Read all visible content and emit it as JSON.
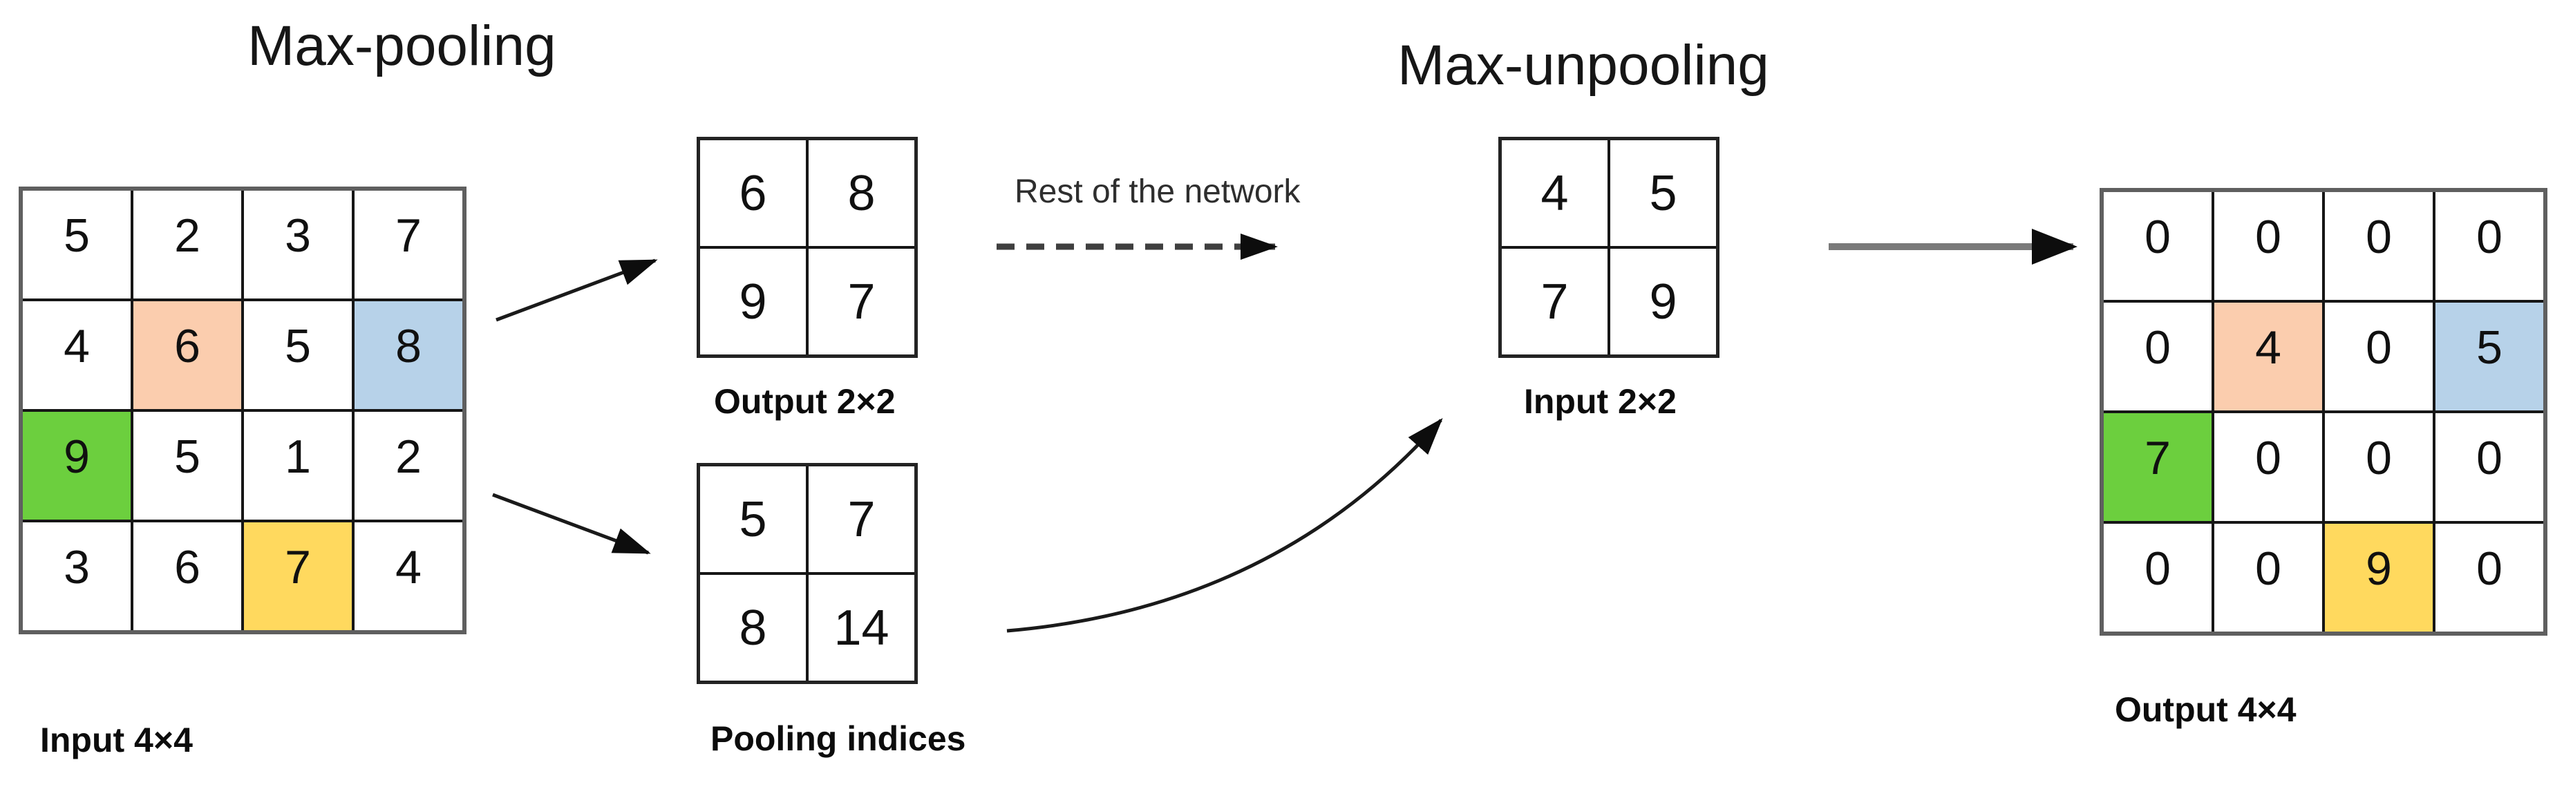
{
  "titles": {
    "pooling": "Max-pooling",
    "unpooling": "Max-unpooling"
  },
  "annotations": {
    "rest_of_network": "Rest of the network"
  },
  "colors": {
    "w": "#FFFFFF",
    "p": "#FBCDAE",
    "b": "#B7D2E9",
    "g": "#6CCF3E",
    "y": "#FFD95E",
    "grid_line": "#161616",
    "arrow_black": "#1A1A1A",
    "arrow_gray": "#7A7A7A",
    "dash_gray": "#3F3F3F"
  },
  "grids": {
    "input4": {
      "label": "Input 4×4",
      "rows": [
        [
          "5",
          "2",
          "3",
          "7"
        ],
        [
          "4",
          "6",
          "5",
          "8"
        ],
        [
          "9",
          "5",
          "1",
          "2"
        ],
        [
          "3",
          "6",
          "7",
          "4"
        ]
      ],
      "cell_colors": [
        [
          "w",
          "w",
          "w",
          "w"
        ],
        [
          "w",
          "p",
          "w",
          "b"
        ],
        [
          "g",
          "w",
          "w",
          "w"
        ],
        [
          "w",
          "w",
          "y",
          "w"
        ]
      ]
    },
    "output2": {
      "label": "Output 2×2",
      "rows": [
        [
          "6",
          "8"
        ],
        [
          "9",
          "7"
        ]
      ]
    },
    "indices": {
      "label": "Pooling indices",
      "rows": [
        [
          "5",
          "7"
        ],
        [
          "8",
          "14"
        ]
      ]
    },
    "input2": {
      "label": "Input 2×2",
      "rows": [
        [
          "4",
          "5"
        ],
        [
          "7",
          "9"
        ]
      ]
    },
    "output4": {
      "label": "Output 4×4",
      "rows": [
        [
          "0",
          "0",
          "0",
          "0"
        ],
        [
          "0",
          "4",
          "0",
          "5"
        ],
        [
          "7",
          "0",
          "0",
          "0"
        ],
        [
          "0",
          "0",
          "9",
          "0"
        ]
      ],
      "cell_colors": [
        [
          "w",
          "w",
          "w",
          "w"
        ],
        [
          "w",
          "p",
          "w",
          "b"
        ],
        [
          "g",
          "w",
          "w",
          "w"
        ],
        [
          "w",
          "w",
          "y",
          "w"
        ]
      ]
    }
  }
}
